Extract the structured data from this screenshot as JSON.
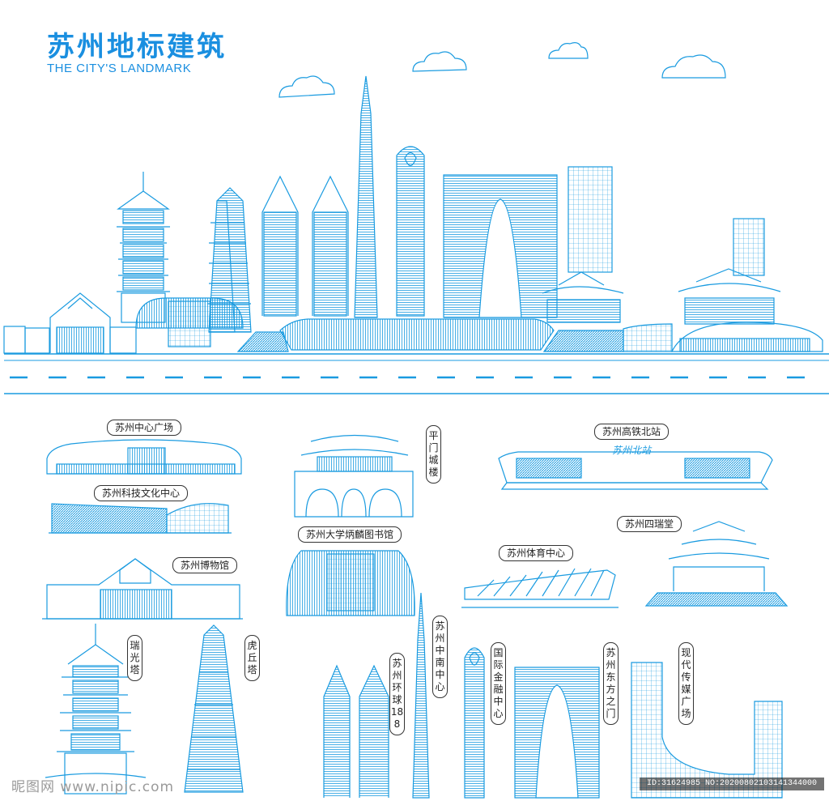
{
  "header": {
    "title_cn": "苏州地标建筑",
    "title_en": "THE CITY'S LANDMARK"
  },
  "labels": {
    "center_plaza": "苏州中心广场",
    "sci_tech": "苏州科技文化中心",
    "museum": "苏州博物馆",
    "pingmen": "平门城楼",
    "library": "苏州大学炳麟图书馆",
    "hsr_station": "苏州高铁北站",
    "sirui_hall": "苏州四瑞堂",
    "sports_center": "苏州体育中心",
    "ruiguang_pagoda": "瑞光塔",
    "huqiu_pagoda": "虎丘塔",
    "zhongnan_center": "苏州中南中心",
    "globe_188": "苏州环球188",
    "ifc": "国际金融中心",
    "gate_of_orient": "苏州东方之门",
    "media_plaza": "现代传媒广场"
  },
  "station_sign": "苏州北站",
  "watermark": {
    "site": "昵图网 www.nipic.com",
    "id": "ID:31624985 NO:20200802103141344000"
  },
  "colors": {
    "line": "#1a9be0",
    "fill_light": "#d8efff",
    "title": "#1a8fe0",
    "road": "#1a9be0"
  }
}
